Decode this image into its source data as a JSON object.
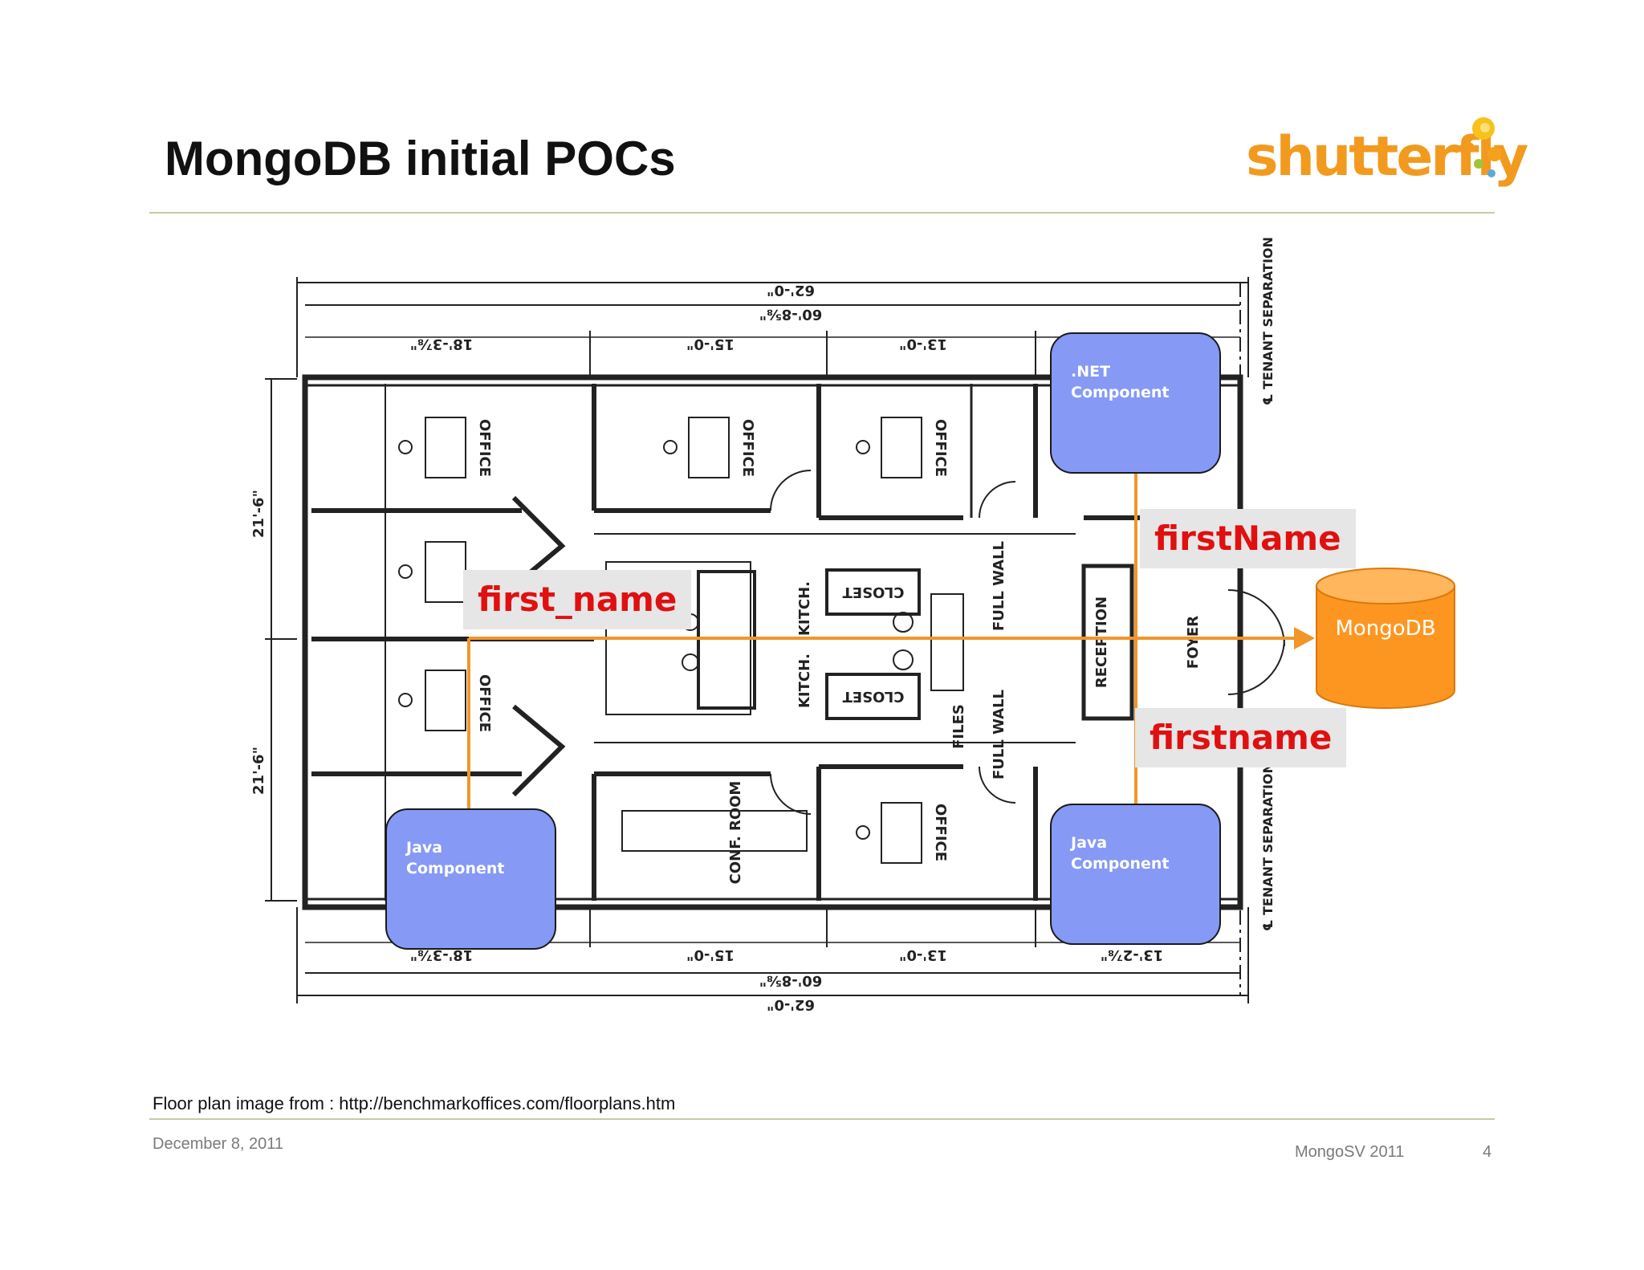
{
  "slide": {
    "title": "MongoDB initial POCs",
    "caption": "Floor plan image from : http://benchmarkoffices.com/floorplans.htm",
    "date": "December 8, 2011",
    "event": "MongoSV 2011",
    "page_number": "4"
  },
  "logo": {
    "text": "shutterfly",
    "color": "#f29a1e"
  },
  "floor_plan": {
    "dims_top": [
      "62'-0\"",
      "60'-8⅝\"",
      "18'-3⅞\"",
      "15'-0\"",
      "13'-0\""
    ],
    "dims_bottom": [
      "18'-3⅞\"",
      "15'-0\"",
      "13'-0\"",
      "13'-2⅞\"",
      "60'-8⅝\"",
      "62'-0\""
    ],
    "dims_left": [
      "21'-6\"",
      "21'-6\""
    ],
    "tenant_label": "℄ TENANT SEPARATION",
    "rooms": [
      "OFFICE",
      "OFFICE",
      "OFFICE",
      "OFFICE",
      "OFFICE",
      "CONF. ROOM",
      "RECEPTION",
      "FOYER",
      "CLOSET",
      "CLOSET",
      "KITCH.",
      "KITCH.",
      "FILES",
      "FULL WALL",
      "FULL WALL"
    ]
  },
  "diagram": {
    "components": [
      {
        "label": ".NET\nComponent"
      },
      {
        "label": "Java\nComponent"
      },
      {
        "label": "Java\nComponent"
      }
    ],
    "fields": [
      "firstName",
      "first_name",
      "firstname"
    ],
    "database": "MongoDB",
    "colors": {
      "component": "#8599f5",
      "arrow": "#f0962a",
      "field_text": "#e01010",
      "database": "#ff9a22"
    }
  }
}
